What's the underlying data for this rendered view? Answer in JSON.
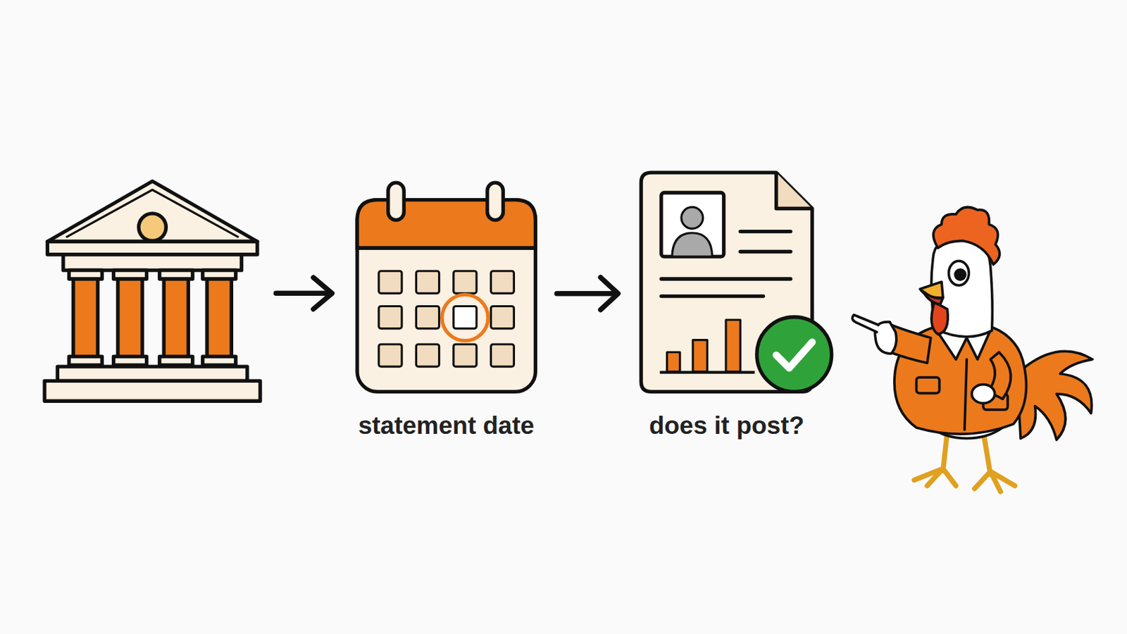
{
  "diagram": {
    "nodes": [
      {
        "text": [
          "statement date"
        ]
      },
      {
        "text": [
          "does it post?"
        ]
      }
    ],
    "edges": [
      {
        "from": 0,
        "to": 1,
        "arrow": "to"
      }
    ]
  }
}
